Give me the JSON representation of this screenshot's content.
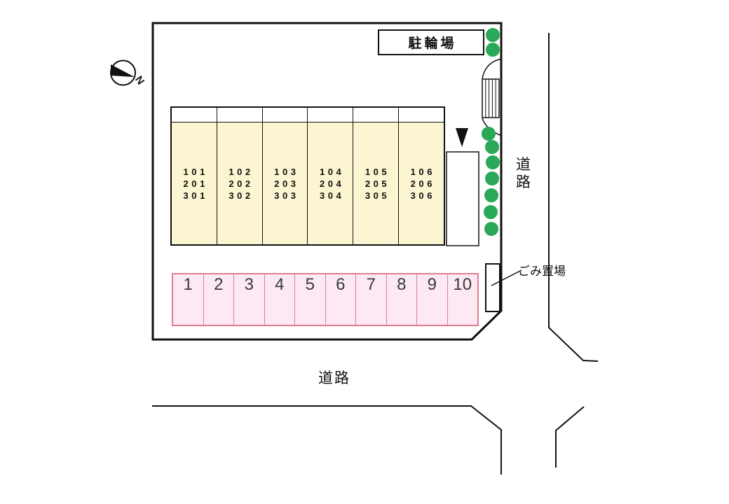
{
  "colors": {
    "line": "#111111",
    "tree_green": "#2AA757",
    "building_fill": "#FBF5D1",
    "parking_fill": "#FCE9F3",
    "parking_border": "#E0808F"
  },
  "compass": {
    "north_label": "N"
  },
  "bicycle_parking": {
    "label": "駐輪場"
  },
  "building": {
    "units": [
      {
        "l1": "101",
        "l2": "201",
        "l3": "301"
      },
      {
        "l1": "102",
        "l2": "202",
        "l3": "302"
      },
      {
        "l1": "103",
        "l2": "203",
        "l3": "303"
      },
      {
        "l1": "104",
        "l2": "204",
        "l3": "304"
      },
      {
        "l1": "105",
        "l2": "205",
        "l3": "305"
      },
      {
        "l1": "106",
        "l2": "206",
        "l3": "306"
      }
    ]
  },
  "parking": {
    "spaces": [
      "1",
      "2",
      "3",
      "4",
      "5",
      "6",
      "7",
      "8",
      "9",
      "10"
    ]
  },
  "garbage": {
    "label": "ごみ置場"
  },
  "roads": {
    "right_label": "道路",
    "bottom_label": "道路"
  }
}
